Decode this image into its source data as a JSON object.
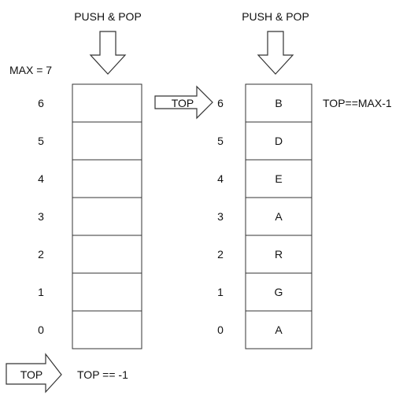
{
  "push_pop_label": "PUSH & POP",
  "max_label": "MAX = 7",
  "top_label": "TOP",
  "empty_condition": "TOP == -1",
  "full_condition": "TOP==MAX-1",
  "indices": [
    "6",
    "5",
    "4",
    "3",
    "2",
    "1",
    "0"
  ],
  "full_stack_values": [
    "B",
    "D",
    "E",
    "A",
    "R",
    "G",
    "A"
  ],
  "colors": {
    "stroke": "#333333",
    "text": "#111111",
    "fill": "#ffffff"
  }
}
